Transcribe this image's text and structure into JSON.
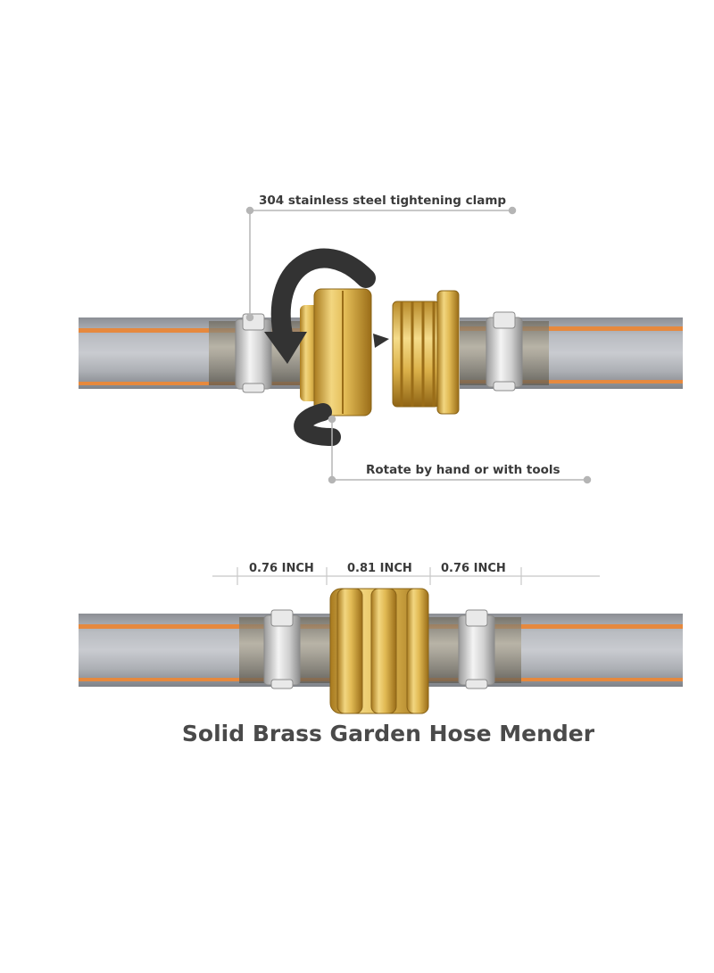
{
  "callouts": {
    "clamp": "304  stainless steel tightening clamp",
    "rotate": "Rotate by hand or with tools"
  },
  "dimensions": {
    "left": "0.76 INCH",
    "center": "0.81 INCH",
    "right": "0.76 INCH"
  },
  "title": "Solid Brass Garden Hose Mender",
  "colors": {
    "hose": "#9a9da3",
    "stripe": "#e6893e",
    "brass": "#d9b24a",
    "steel": "#d6d6d6",
    "arrow": "#333333",
    "text": "#3a3a3a"
  }
}
